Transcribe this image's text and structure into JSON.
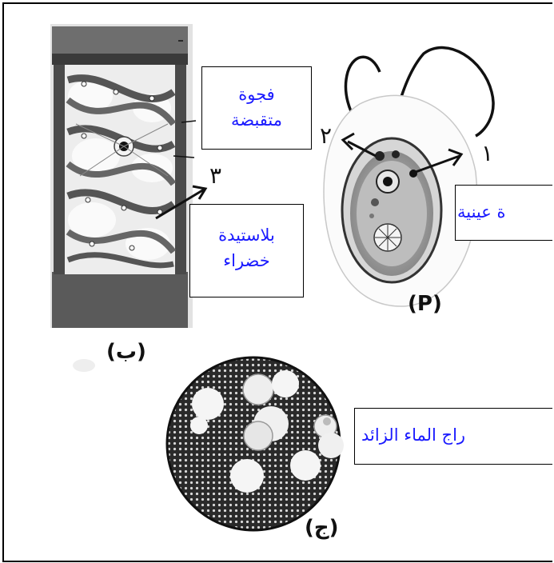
{
  "labels": {
    "contractile_vacuole": {
      "line1": "فجوة",
      "line2": "متقبضة"
    },
    "green_plastid": {
      "line1": "بلاستيدة",
      "line2": "خضراء"
    },
    "eye_spot": "ة عينية",
    "excess_water": "راج الماء الزائد"
  },
  "figure_marks": {
    "a": "(P)",
    "b": "(ب)",
    "c": "(ج)"
  },
  "pointer_numbers": {
    "one": "١",
    "two": "٢",
    "three": "٣"
  },
  "colors": {
    "label_text": "#1a1aff",
    "border": "#000000"
  }
}
